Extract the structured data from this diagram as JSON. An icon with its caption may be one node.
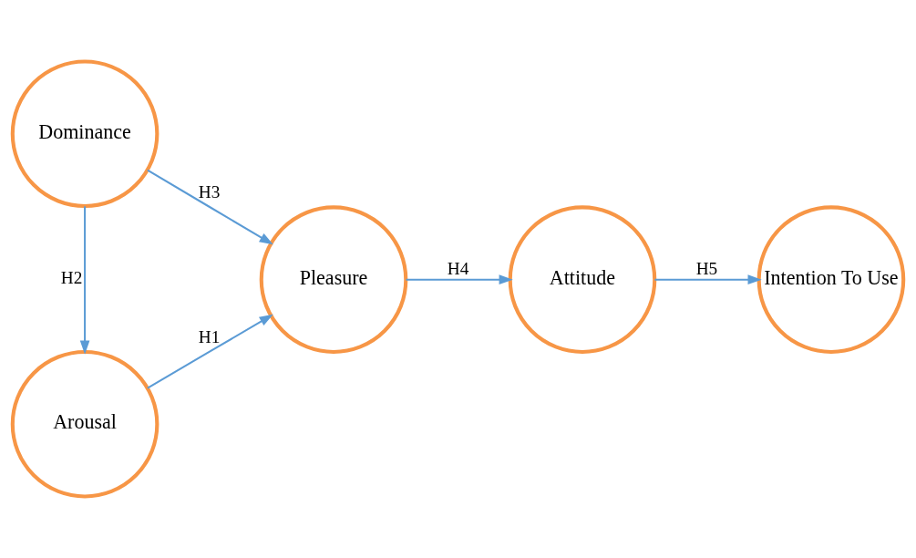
{
  "diagram": {
    "nodes": [
      {
        "text": [
          "Arousal"
        ]
      },
      {
        "text": [
          "Pleasure"
        ]
      },
      {
        "text": [
          "Dominance"
        ]
      },
      {
        "text": [
          "Attitude"
        ]
      },
      {
        "text": [
          "Intention To Use"
        ]
      }
    ],
    "edges": [
      {
        "from": 0,
        "to": 1,
        "arrow": "to",
        "label": "H1"
      },
      {
        "from": 2,
        "to": 0,
        "arrow": "to",
        "label": "H2"
      },
      {
        "from": 2,
        "to": 1,
        "arrow": "to",
        "label": "H3"
      },
      {
        "from": 1,
        "to": 3,
        "arrow": "to",
        "label": "H4"
      },
      {
        "from": 3,
        "to": 4,
        "arrow": "to",
        "label": "H5"
      }
    ]
  }
}
